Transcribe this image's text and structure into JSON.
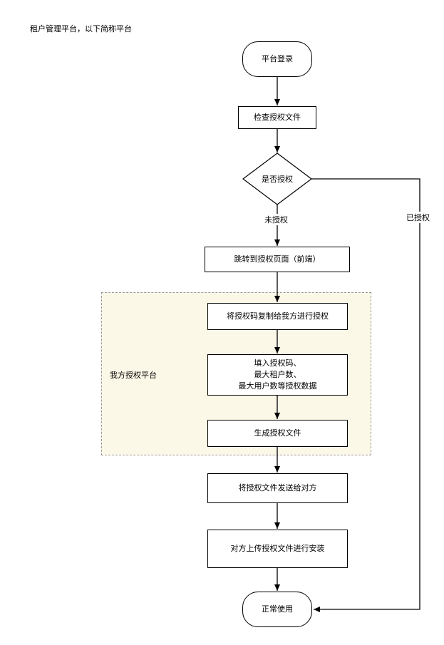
{
  "note": "租户管理平台，以下简称平台",
  "group_label": "我方授权平台",
  "nodes": {
    "login": "平台登录",
    "check": "检查授权文件",
    "decision": "是否授权",
    "jump": "跳转到授权页面（前端）",
    "copy": "将授权码复制给我方进行授权",
    "fill_line1": "填入授权码、",
    "fill_line2": "最大租户数、",
    "fill_line3": "最大用户数等授权数据",
    "generate": "生成授权文件",
    "send": "将授权文件发送给对方",
    "install": "对方上传授权文件进行安装",
    "normal": "正常使用"
  },
  "edges": {
    "unauthorized": "未授权",
    "authorized": "已授权"
  }
}
